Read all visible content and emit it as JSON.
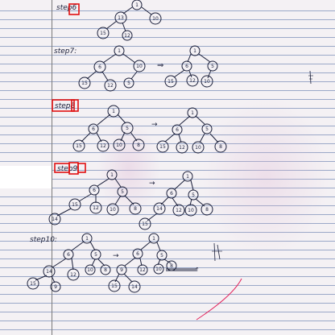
{
  "steps": {
    "step6_label": "step6",
    "step7_label": "step7:",
    "step8_label": "step8",
    "step9_label": "step9",
    "step10_label": "step10:"
  },
  "nodes": {
    "s6_root": "1",
    "s6_l": "13",
    "s6_r": "10",
    "s6_ll": "15",
    "s6_lr": "12",
    "s7_root": "1",
    "s7_l": "6",
    "s7_r": "10",
    "s7_ll": "15",
    "s7_lr": "12",
    "s7_rl": "5",
    "s7b_root": "1",
    "s7b_l": "6",
    "s7b_r": "5",
    "s7b_ll": "15",
    "s7b_lr": "12",
    "s7b_rl": "10",
    "s8_root": "1",
    "s8_l": "6",
    "s8_r": "5",
    "s8_ll": "15",
    "s8_lr": "12",
    "s8_rl": "10",
    "s8_rr": "8",
    "s8b_root": "1",
    "s8b_l": "6",
    "s8b_r": "5",
    "s8b_ll": "15",
    "s8b_lr": "12",
    "s8b_rl": "10",
    "s8b_rr": "8",
    "s9_root": "1",
    "s9_l": "6",
    "s9_r": "5",
    "s9_ll": "15",
    "s9_lr": "12",
    "s9_rl": "10",
    "s9_rr": "8",
    "s9_lll": "14",
    "s9b_root": "1",
    "s9b_l": "6",
    "s9b_r": "5",
    "s9b_ll": "14",
    "s9b_lr": "12",
    "s9b_rl": "10",
    "s9b_rr": "8",
    "s9b_lll": "15",
    "s10_root": "1",
    "s10_l": "6",
    "s10_r": "5",
    "s10_ll": "14",
    "s10_lr": "12",
    "s10_rl": "10",
    "s10_rr": "8",
    "s10_lll": "15",
    "s10_llr": "9",
    "s10b_root": "1",
    "s10b_l": "6",
    "s10b_r": "5",
    "s10b_ll": "9",
    "s10b_lr": "12",
    "s10b_rl": "10",
    "s10b_rr": "8",
    "s10b_lll": "15",
    "s10b_llr": "14"
  }
}
